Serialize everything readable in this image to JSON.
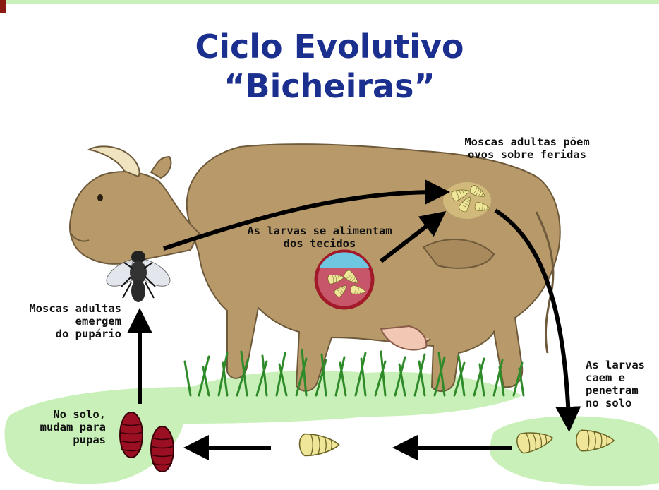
{
  "title": {
    "line1": "Ciclo Evolutivo",
    "line2": "“Bicheiras”"
  },
  "labels": {
    "eggs": "Moscas adultas põem\novos sobre feridas",
    "feeding": "As larvas se alimentam\ndos tecidos",
    "emerge": "Moscas adultas\nemergem\ndo pupário",
    "fall": "As larvas\ncaem e\npenetram\nno solo",
    "pupa": "No solo,\nmudam para\npupas"
  },
  "colors": {
    "title": "#1b2f8f",
    "cow": "#b89a6a",
    "ground": "#c8f0b8",
    "grass": "#2f8a2a",
    "larva": "#f0e69a",
    "pupa": "#9a1022",
    "wound": "#a21a2a",
    "arrow": "#000000"
  }
}
